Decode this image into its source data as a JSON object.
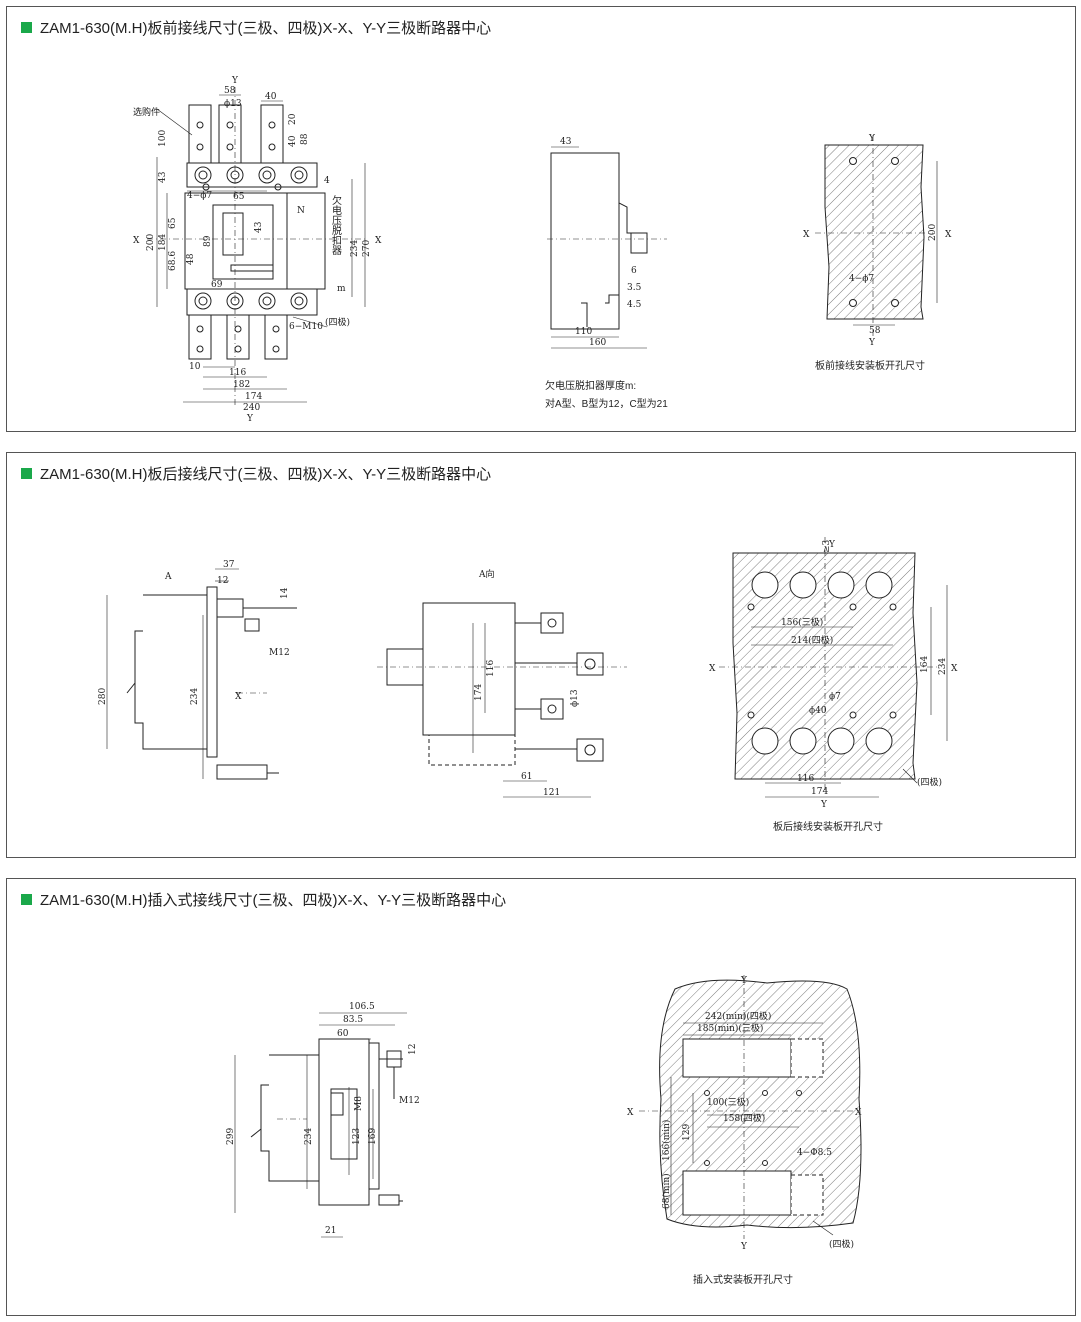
{
  "panel1": {
    "title": "ZAM1-630(M.H)板前接线尺寸(三极、四极)X-X、Y-Y三极断路器中心",
    "front_labels": {
      "y_top": "Y",
      "d58": "58",
      "d13": "ϕ13",
      "d40": "40",
      "optional": "选购件",
      "d100": "100",
      "d40b": "40",
      "d20": "20",
      "d88": "88",
      "d43": "43",
      "d4phi7": "4−ϕ7",
      "d65": "65",
      "d4": "4",
      "n": "N",
      "x_left": "X",
      "x_right": "X",
      "d200": "200",
      "d184": "184",
      "d65b": "65",
      "d68_6": "68.6",
      "d89": "89",
      "d43b": "43",
      "d48": "48",
      "d69": "69",
      "under_voltage": "欠电压脱扣器",
      "d234": "234",
      "d270": "270",
      "m": "m",
      "d6m10": "6−M10",
      "four_pole": "(四极)",
      "d10": "10",
      "d116": "116",
      "d182": "182",
      "d174": "174",
      "d240": "240",
      "y_bottom": "Y"
    },
    "side_labels": {
      "d43": "43",
      "d6": "6",
      "d3_5": "3.5",
      "d4_5": "4.5",
      "d110": "110",
      "d160": "160"
    },
    "note_line1": "欠电压脱扣器厚度m:",
    "note_line2": "对A型、B型为12，C型为21",
    "panel_labels": {
      "y_top": "Y",
      "x_left": "X",
      "x_right": "X",
      "d200": "200",
      "d4phi7": "4−ϕ7",
      "d58": "58",
      "y_bottom": "Y"
    },
    "panel_caption": "板前接线安装板开孔尺寸"
  },
  "panel2": {
    "title": "ZAM1-630(M.H)板后接线尺寸(三极、四极)X-X、Y-Y三极断路器中心",
    "side_labels": {
      "a": "A",
      "d37": "37",
      "d12": "12",
      "d14": "14",
      "m12": "M12",
      "d280": "280",
      "d234": "234",
      "x": "X"
    },
    "view_labels": {
      "a_view": "A向",
      "d116": "116",
      "d174": "174",
      "phi13": "ϕ13",
      "d61": "61",
      "d121": "121"
    },
    "panel_labels": {
      "ge3": "≥3",
      "y_top": "Y",
      "d156": "156(三极)",
      "d214": "214(四极)",
      "x_left": "X",
      "x_right": "X",
      "d164": "164",
      "d234": "234",
      "phi7": "ϕ7",
      "phi40": "ϕ40",
      "d116": "116",
      "d174": "174",
      "four_pole": "(四极)",
      "y_bottom": "Y"
    },
    "panel_caption": "板后接线安装板开孔尺寸"
  },
  "panel3": {
    "title": "ZAM1-630(M.H)插入式接线尺寸(三极、四极)X-X、Y-Y三极断路器中心",
    "side_labels": {
      "d106_5": "106.5",
      "d83_5": "83.5",
      "d60": "60",
      "d12": "12",
      "m8": "M8",
      "m12": "M12",
      "d299": "299",
      "d234": "234",
      "d123": "123",
      "d169": "169",
      "d21": "21"
    },
    "panel_labels": {
      "y_top": "Y",
      "d242": "242(min)(四极)",
      "d185": "185(min)(三极)",
      "x_left": "X",
      "x_right": "X",
      "d100": "100(三极)",
      "d158": "158(四极)",
      "d129": "129",
      "d166": "166(min)",
      "d4phi8_5": "4−Φ8.5",
      "d68": "68(min)",
      "four_pole": "(四极)",
      "y_bottom": "Y"
    },
    "panel_caption": "插入式安装板开孔尺寸"
  },
  "colors": {
    "accent": "#1aa84a",
    "border": "#555555"
  }
}
